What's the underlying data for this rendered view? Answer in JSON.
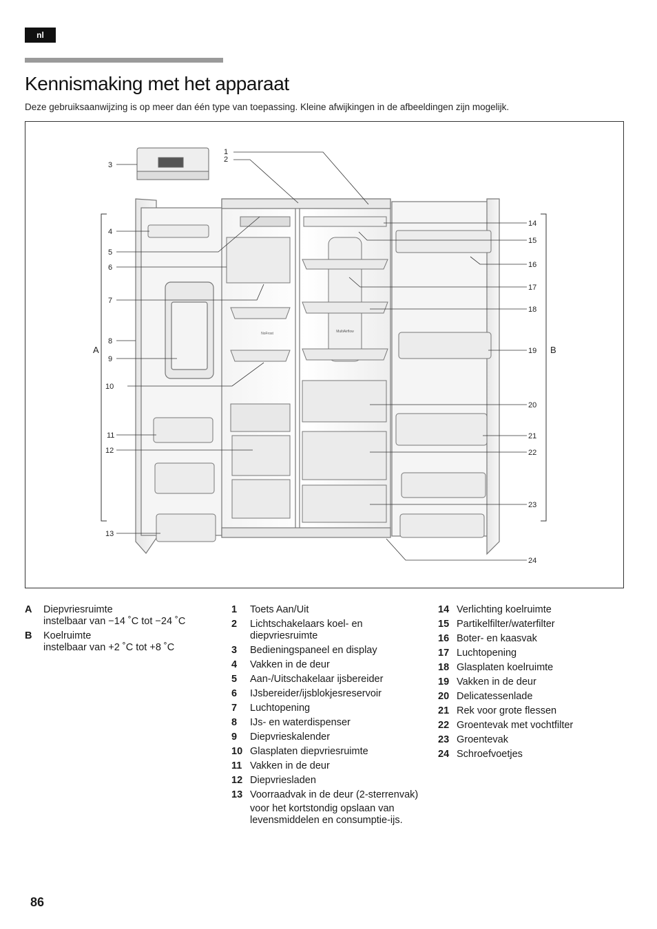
{
  "header": {
    "lang": "nl"
  },
  "title": "Kennismaking met het apparaat",
  "intro": "Deze gebruiksaanwijzing is op meer dan één type van toepassing. Kleine afwijkingen in de afbeeldingen zijn mogelijk.",
  "figure": {
    "sections": {
      "a": "A",
      "b": "B"
    },
    "callouts": [
      "1",
      "2",
      "3",
      "4",
      "5",
      "6",
      "7",
      "8",
      "9",
      "10",
      "11",
      "12",
      "13",
      "14",
      "15",
      "16",
      "17",
      "18",
      "19",
      "20",
      "21",
      "22",
      "23",
      "24"
    ],
    "panel_labels": {
      "nofrost": "NoFrost",
      "multiairflow": "MultiAirflow"
    }
  },
  "legend_sections": [
    {
      "key": "A",
      "label": "Diepvriesruimte",
      "sub": "instelbaar van −14 ˚C tot −24 ˚C"
    },
    {
      "key": "B",
      "label": "Koelruimte",
      "sub": "instelbaar van +2 ˚C tot +8 ˚C"
    }
  ],
  "legend_col2": [
    {
      "key": "1",
      "label": "Toets Aan/Uit"
    },
    {
      "key": "2",
      "label": "Lichtschakelaars koel- en diepvriesruimte"
    },
    {
      "key": "3",
      "label": "Bedieningspaneel en display"
    },
    {
      "key": "4",
      "label": "Vakken in de deur"
    },
    {
      "key": "5",
      "label": "Aan-/Uitschakelaar ijsbereider"
    },
    {
      "key": "6",
      "label": "IJsbereider/ijsblokjesreservoir"
    },
    {
      "key": "7",
      "label": "Luchtopening"
    },
    {
      "key": "8",
      "label": "IJs- en waterdispenser"
    },
    {
      "key": "9",
      "label": "Diepvrieskalender"
    },
    {
      "key": "10",
      "label": "Glasplaten diepvriesruimte"
    },
    {
      "key": "11",
      "label": "Vakken in de deur"
    },
    {
      "key": "12",
      "label": "Diepvriesladen"
    },
    {
      "key": "13",
      "label": "Voorraadvak in de deur (2-sterrenvak)",
      "note": "voor het kortstondig opslaan van levensmiddelen en consumptie-ijs."
    }
  ],
  "legend_col3": [
    {
      "key": "14",
      "label": "Verlichting koelruimte"
    },
    {
      "key": "15",
      "label": "Partikelfilter/waterfilter"
    },
    {
      "key": "16",
      "label": "Boter- en kaasvak"
    },
    {
      "key": "17",
      "label": "Luchtopening"
    },
    {
      "key": "18",
      "label": "Glasplaten koelruimte"
    },
    {
      "key": "19",
      "label": "Vakken in de deur"
    },
    {
      "key": "20",
      "label": "Delicatessenlade"
    },
    {
      "key": "21",
      "label": "Rek voor grote flessen"
    },
    {
      "key": "22",
      "label": "Groentevak met vochtfilter"
    },
    {
      "key": "23",
      "label": "Groentevak"
    },
    {
      "key": "24",
      "label": "Schroefvoetjes"
    }
  ],
  "page_number": "86"
}
